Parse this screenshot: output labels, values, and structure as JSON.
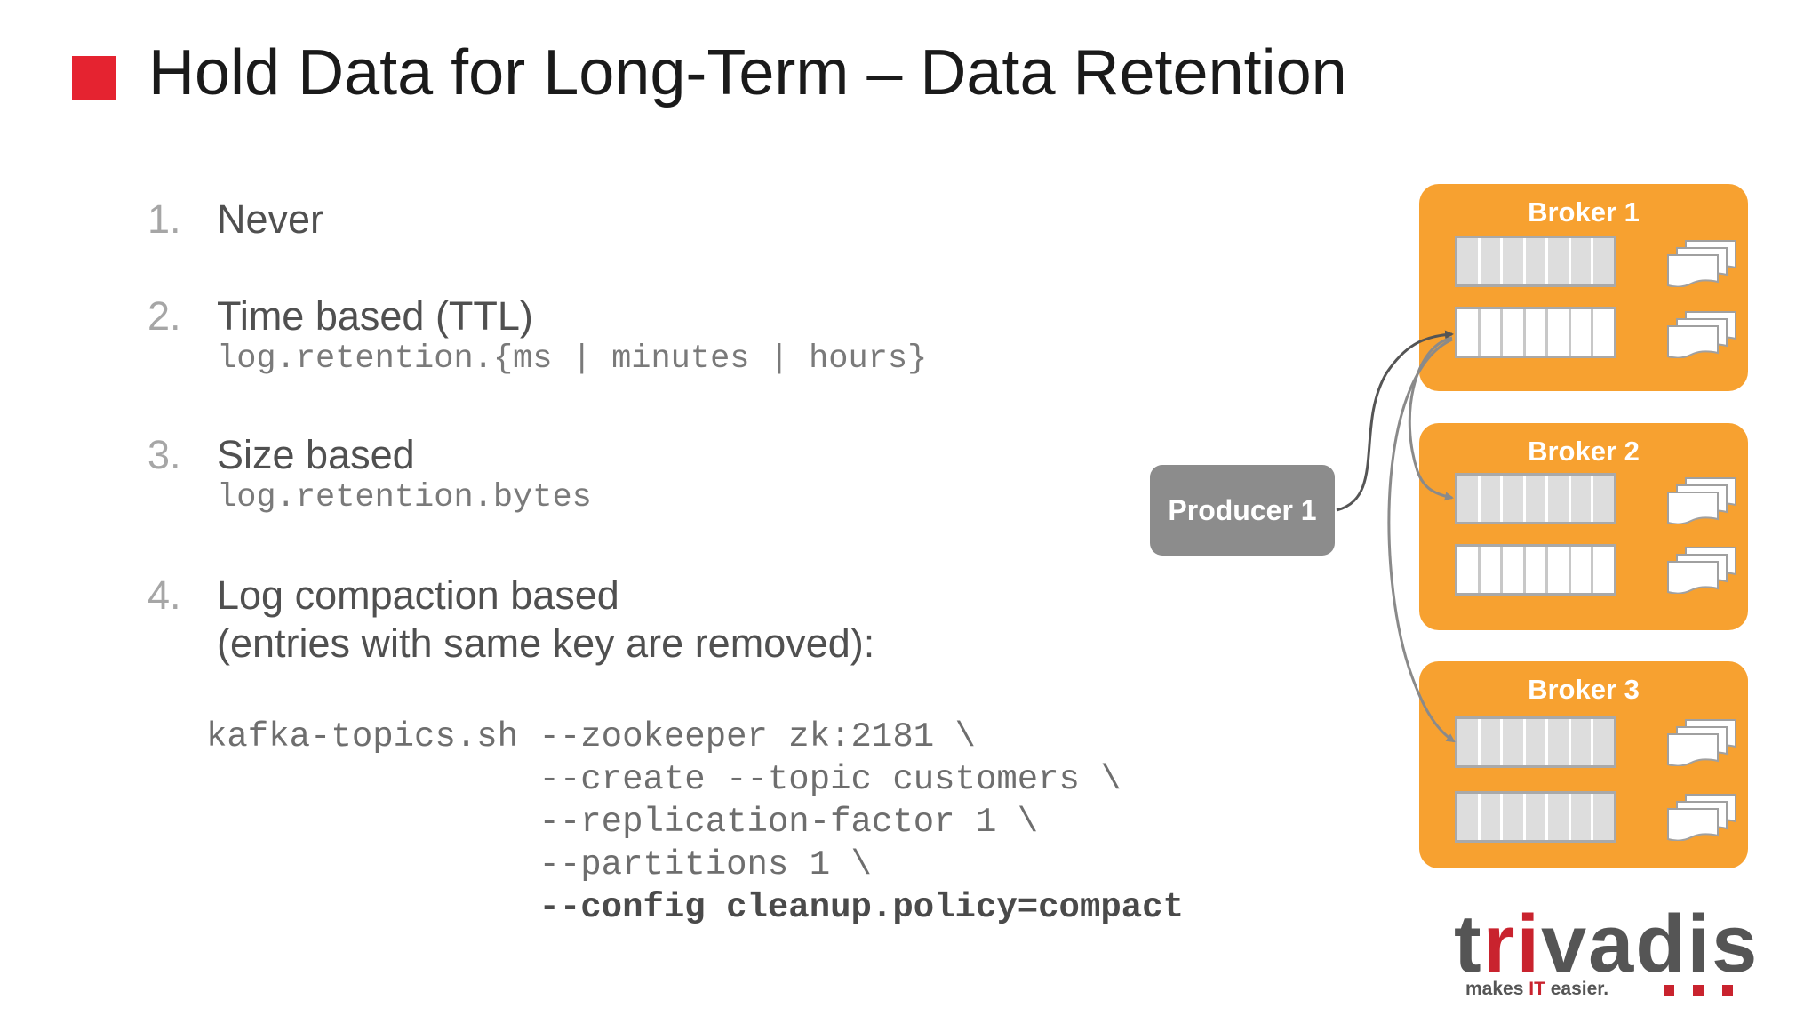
{
  "title": "Hold Data for Long-Term – Data Retention",
  "colors": {
    "accent": "#e52330",
    "broker": "#f7a130",
    "producer": "#8c8c8c",
    "logo_red": "#c9232e"
  },
  "items": [
    {
      "num": "1.",
      "text": "Never"
    },
    {
      "num": "2.",
      "text": "Time based (TTL)",
      "code": "log.retention.{ms | minutes | hours}"
    },
    {
      "num": "3.",
      "text": "Size based",
      "code": "log.retention.bytes"
    },
    {
      "num": "4.",
      "text": "Log compaction based",
      "text2": "(entries with same key are removed):"
    }
  ],
  "command": {
    "lines": [
      "kafka-topics.sh --zookeeper zk:2181 \\",
      "                --create --topic customers \\",
      "                --replication-factor 1 \\",
      "                --partitions 1 \\"
    ],
    "bold_line": "                --config cleanup.policy=compact"
  },
  "diagram": {
    "producer": "Producer 1",
    "brokers": [
      "Broker 1",
      "Broker 2",
      "Broker 3"
    ],
    "documents_icon": "document-stack-icon"
  },
  "logo": {
    "word_part1": "t",
    "word_red": "ri",
    "word_part2": "vadis",
    "tag_part1": "makes ",
    "tag_red": "IT",
    "tag_part2": " easier."
  }
}
